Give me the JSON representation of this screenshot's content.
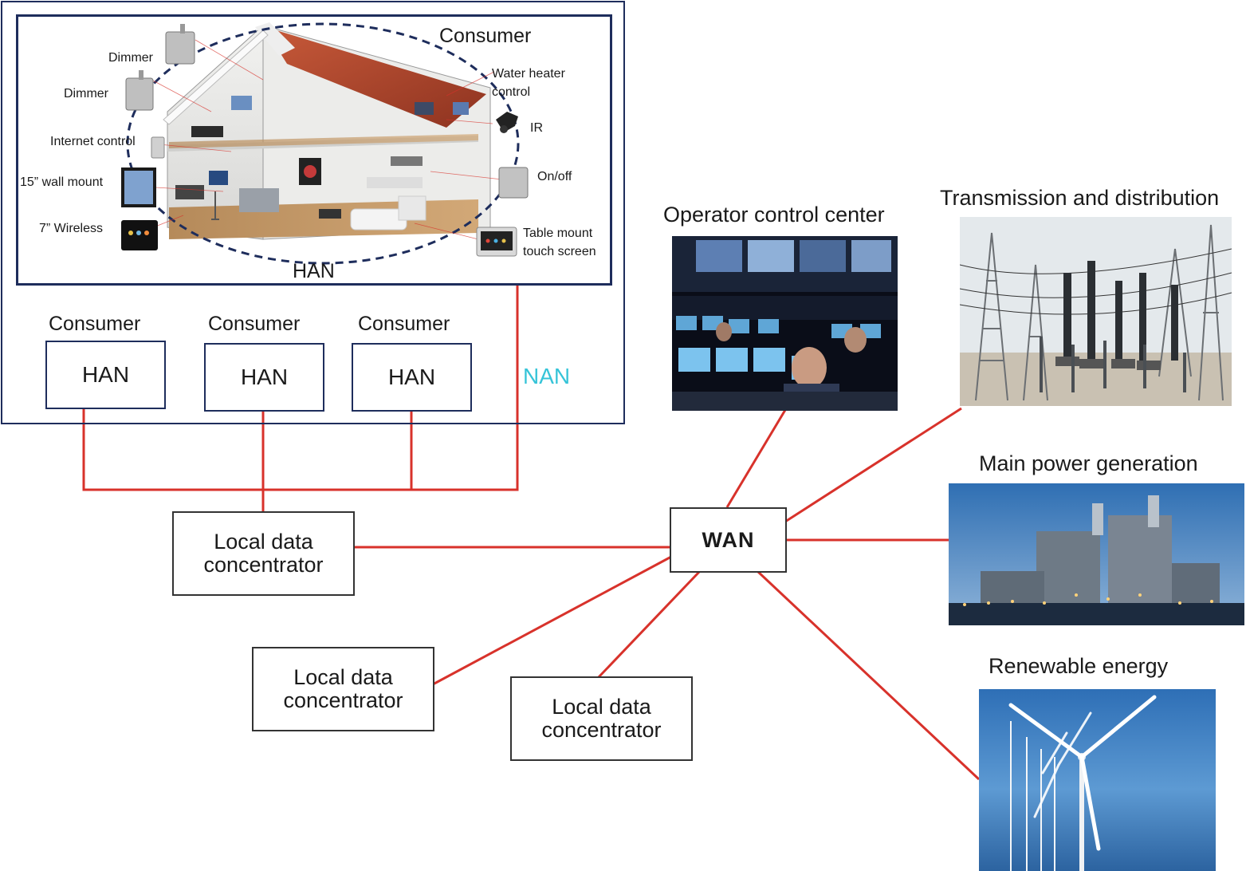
{
  "consumer_panel": {
    "title": "Consumer",
    "network_label": "HAN",
    "devices": {
      "dimmer_top": "Dimmer",
      "dimmer_second": "Dimmer",
      "internet_control": "Internet control",
      "wall_mount": "15” wall mount",
      "wireless": "7” Wireless",
      "water_heater_1": "Water heater",
      "water_heater_2": "control",
      "ir": "IR",
      "on_off": "On/off",
      "table_mount_1": "Table mount",
      "table_mount_2": "touch screen"
    }
  },
  "consumers": [
    {
      "title": "Consumer",
      "box": "HAN"
    },
    {
      "title": "Consumer",
      "box": "HAN"
    },
    {
      "title": "Consumer",
      "box": "HAN"
    }
  ],
  "nan_label": "NAN",
  "concentrators": [
    {
      "line1": "Local data",
      "line2": "concentrator"
    },
    {
      "line1": "Local data",
      "line2": "concentrator"
    },
    {
      "line1": "Local data",
      "line2": "concentrator"
    }
  ],
  "wan_label": "WAN",
  "endpoints": {
    "operator": "Operator control center",
    "transmission": "Transmission and distribution",
    "generation": "Main power generation",
    "renewable": "Renewable energy"
  },
  "colors": {
    "link": "#d8322b",
    "frame": "#1e2d5c",
    "nan": "#36c4d8"
  }
}
